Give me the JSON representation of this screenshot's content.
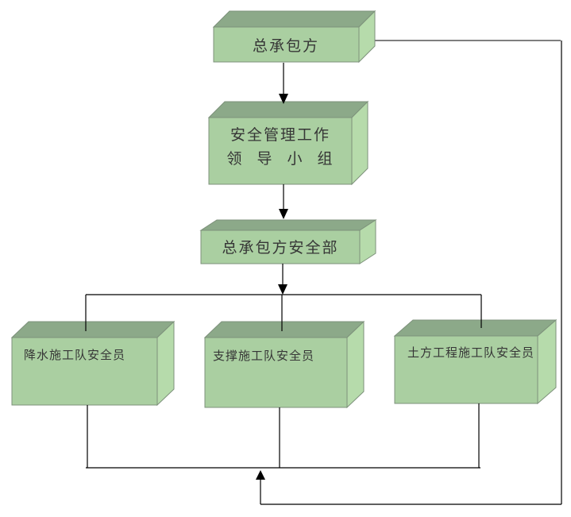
{
  "nodes": {
    "contractor": {
      "label": "总承包方"
    },
    "leading_group": {
      "label_line1": "安全管理工作",
      "label_line2": "领 导 小 组"
    },
    "safety_dept": {
      "label": "总承包方安全部"
    },
    "team_dewatering": {
      "label": "降水施工队安全员"
    },
    "team_support": {
      "label": "支撑施工队安全员"
    },
    "team_earthwork": {
      "label": "土方工程施工队安全员"
    }
  },
  "colors": {
    "face_front": "#aacfa1",
    "face_top": "#8ca989",
    "face_side": "#b6dbab",
    "edge": "#7d917b",
    "line": "#000000",
    "feedback_line": "#7f7f7f",
    "text": "#363636"
  }
}
